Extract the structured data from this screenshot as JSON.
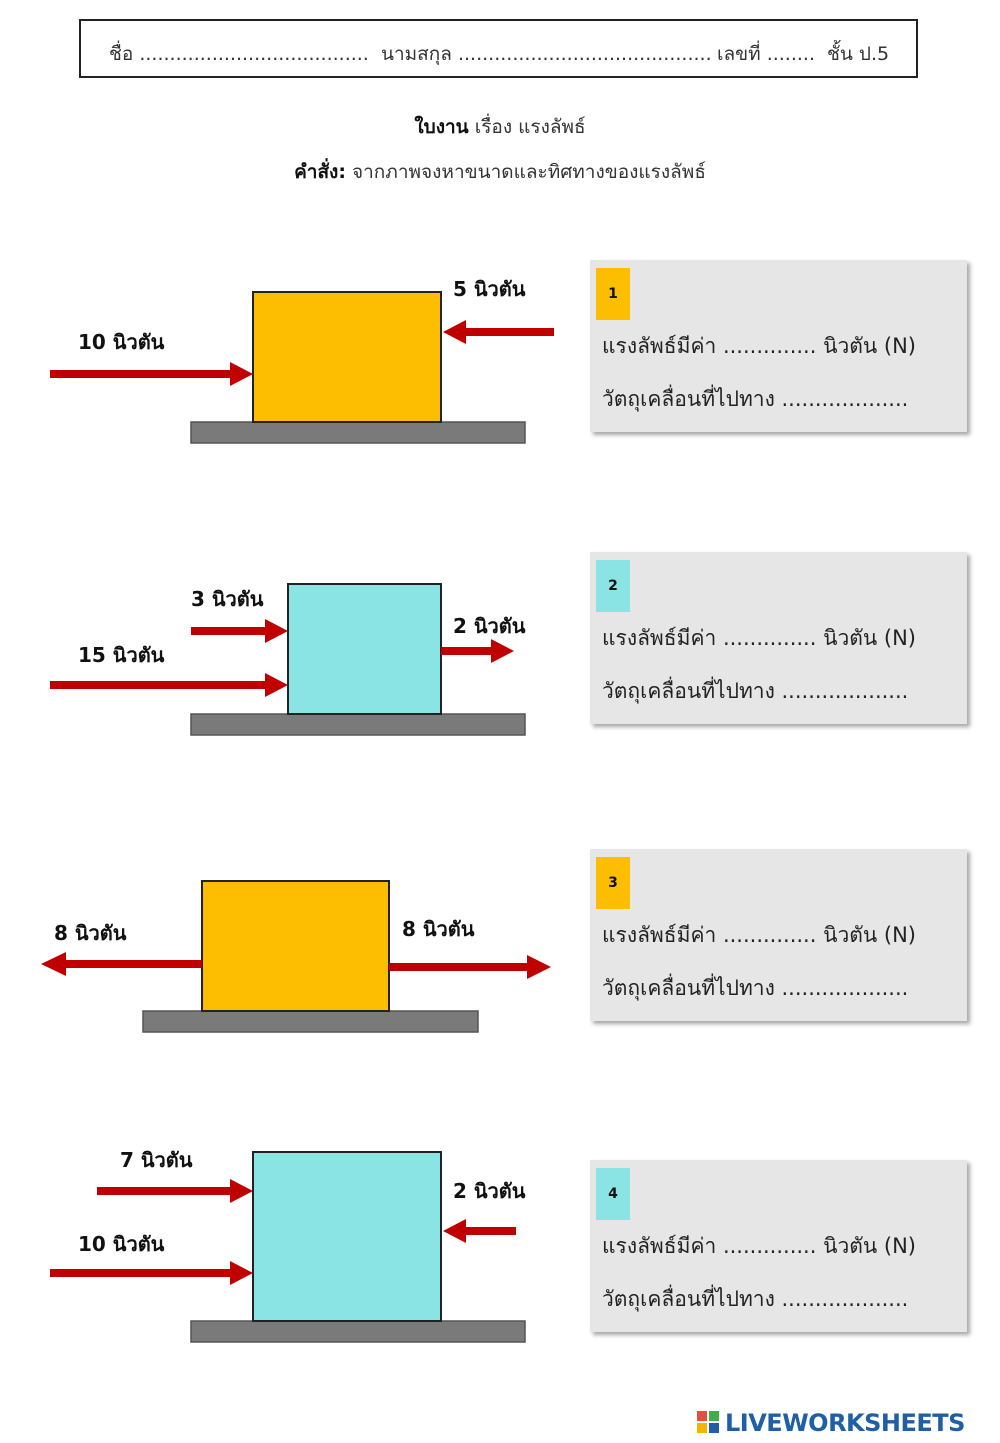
{
  "header": {
    "name_label": "ชื่อ ......................................",
    "surname_label": "นามสกุล ..........................................",
    "number_label": "เลขที่ ........",
    "class_label": "ชั้น ป.5"
  },
  "title": {
    "bold": "ใบงาน",
    "rest": "เรื่อง แรงลัพธ์"
  },
  "instruction": {
    "bold": "คำสั่ง:",
    "rest": "จากภาพจงหาขนาดและทิศทางของแรงลัพธ์"
  },
  "colors": {
    "arrow": "#c00000",
    "box_orange": "#fdbd00",
    "box_cyan": "#8ae4e4",
    "ground": "#7a7a7a",
    "card_bg": "#e6e6e6",
    "logo_blue": "#1f5fa8"
  },
  "questions": [
    {
      "number": "1",
      "badge_color": "#fdbd00",
      "box_color": "#fdbd00",
      "forces": [
        "10 นิวตัน",
        "5 นิวตัน"
      ],
      "line1": "แรงลัพธ์มีค่า .............. นิวตัน (N)",
      "line2": "วัตถุเคลื่อนที่ไปทาง ..................."
    },
    {
      "number": "2",
      "badge_color": "#8ae4e4",
      "box_color": "#8ae4e4",
      "forces": [
        "3 นิวตัน",
        "15 นิวตัน",
        "2 นิวตัน"
      ],
      "line1": "แรงลัพธ์มีค่า .............. นิวตัน (N)",
      "line2": "วัตถุเคลื่อนที่ไปทาง ..................."
    },
    {
      "number": "3",
      "badge_color": "#fdbd00",
      "box_color": "#fdbd00",
      "forces": [
        "8 นิวตัน",
        "8 นิวตัน"
      ],
      "line1": "แรงลัพธ์มีค่า .............. นิวตัน (N)",
      "line2": "วัตถุเคลื่อนที่ไปทาง ..................."
    },
    {
      "number": "4",
      "badge_color": "#8ae4e4",
      "box_color": "#8ae4e4",
      "forces": [
        "7 นิวตัน",
        "10 นิวตัน",
        "2 นิวตัน"
      ],
      "line1": "แรงลัพธ์มีค่า .............. นิวตัน (N)",
      "line2": "วัตถุเคลื่อนที่ไปทาง ..................."
    }
  ],
  "logo": {
    "text": "LIVEWORKSHEETS",
    "mark": "liveworksheets-logo-icon"
  }
}
